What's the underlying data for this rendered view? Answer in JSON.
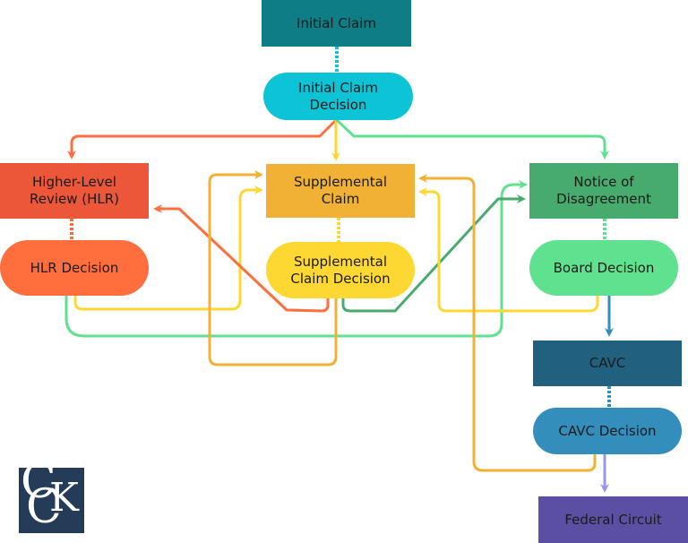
{
  "title": "VA Claims Appeals Process Flowchart",
  "colors": {
    "initial_claim": "#0e7d85",
    "initial_decision": "#0cc4d6",
    "hlr": "#ec573a",
    "hlr_decision": "#ff6e3c",
    "supplemental": "#f0b134",
    "supplemental_decision": "#fed832",
    "nod": "#46ab6d",
    "board_decision": "#5fe28f",
    "cavc": "#22607f",
    "cavc_decision": "#348ebb",
    "federal_circuit": "#5b4fa3",
    "logo": "#243c57"
  },
  "nodes": {
    "initial_claim": "Initial Claim",
    "initial_claim_decision": "Initial Claim\nDecision",
    "hlr": "Higher-Level\nReview (HLR)",
    "hlr_decision": "HLR Decision",
    "supplemental_claim": "Supplemental\nClaim",
    "supplemental_claim_decision": "Supplemental\nClaim Decision",
    "notice_of_disagreement": "Notice of\nDisagreement",
    "board_decision": "Board Decision",
    "cavc": "CAVC",
    "cavc_decision": "CAVC Decision",
    "federal_circuit": "Federal Circuit"
  },
  "edges": [
    {
      "from": "Initial Claim Decision",
      "to": "Higher-Level Review (HLR)",
      "color": "#ff6e3c"
    },
    {
      "from": "Initial Claim Decision",
      "to": "Supplemental Claim",
      "color": "#fed832"
    },
    {
      "from": "Initial Claim Decision",
      "to": "Notice of Disagreement",
      "color": "#5fe28f"
    },
    {
      "from": "HLR Decision",
      "to": "Supplemental Claim",
      "color": "#fed832"
    },
    {
      "from": "HLR Decision",
      "to": "Notice of Disagreement",
      "color": "#5fe28f"
    },
    {
      "from": "Supplemental Claim Decision",
      "to": "Higher-Level Review (HLR)",
      "color": "#ff6e3c"
    },
    {
      "from": "Supplemental Claim Decision",
      "to": "Supplemental Claim",
      "color": "#f0b134"
    },
    {
      "from": "Supplemental Claim Decision",
      "to": "Notice of Disagreement",
      "color": "#46ab6d"
    },
    {
      "from": "Board Decision",
      "to": "Supplemental Claim",
      "color": "#fed832"
    },
    {
      "from": "Board Decision",
      "to": "CAVC",
      "color": "#348ebb"
    },
    {
      "from": "CAVC Decision",
      "to": "Supplemental Claim",
      "color": "#f0b134"
    },
    {
      "from": "CAVC Decision",
      "to": "Federal Circuit",
      "color": "#9b95f0"
    }
  ],
  "logo": {
    "letters": [
      "C",
      "C",
      "K"
    ]
  }
}
